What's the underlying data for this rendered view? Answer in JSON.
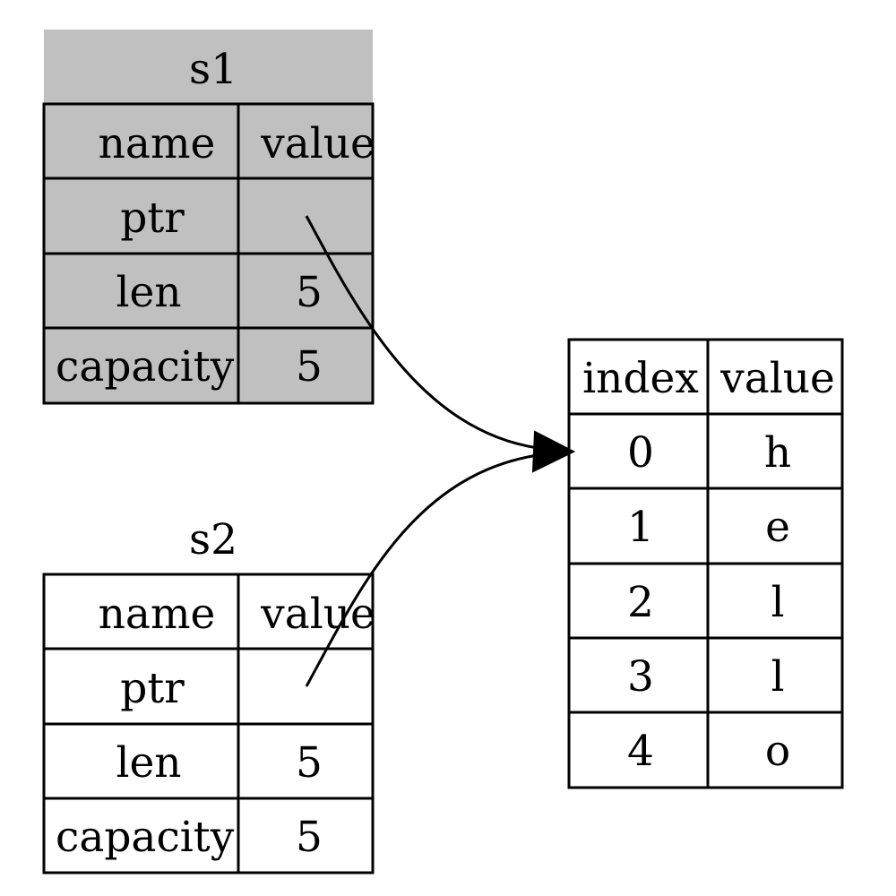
{
  "colors": {
    "s1_fill": "#c0c0c0",
    "s2_fill": "#ffffff",
    "heap_fill": "#ffffff",
    "line": "#000000"
  },
  "s1": {
    "title": "s1",
    "header": {
      "name": "name",
      "value": "value"
    },
    "rows": [
      {
        "name": "ptr",
        "value": ""
      },
      {
        "name": "len",
        "value": "5"
      },
      {
        "name": "capacity",
        "value": "5"
      }
    ]
  },
  "s2": {
    "title": "s2",
    "header": {
      "name": "name",
      "value": "value"
    },
    "rows": [
      {
        "name": "ptr",
        "value": ""
      },
      {
        "name": "len",
        "value": "5"
      },
      {
        "name": "capacity",
        "value": "5"
      }
    ]
  },
  "heap": {
    "header": {
      "index": "index",
      "value": "value"
    },
    "rows": [
      {
        "index": "0",
        "value": "h"
      },
      {
        "index": "1",
        "value": "e"
      },
      {
        "index": "2",
        "value": "l"
      },
      {
        "index": "3",
        "value": "l"
      },
      {
        "index": "4",
        "value": "o"
      }
    ]
  }
}
